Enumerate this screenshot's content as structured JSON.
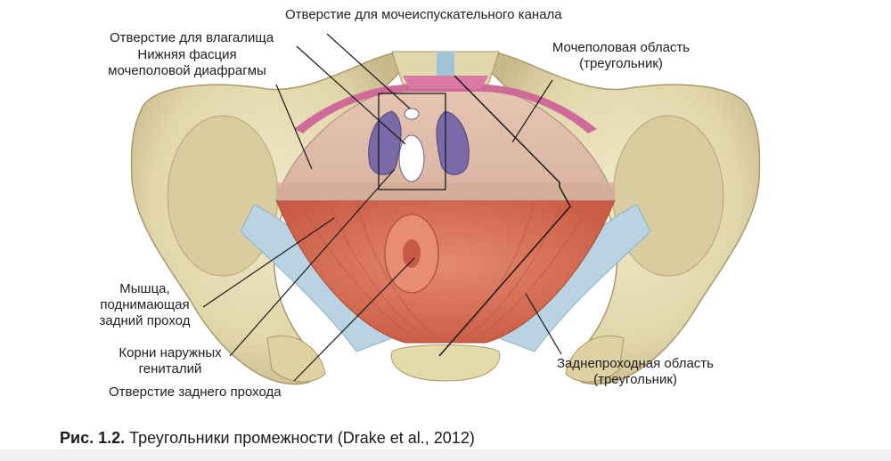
{
  "labels": {
    "urethral_opening": "Отверстие для мочеиспускательного канала",
    "vaginal_opening": "Отверстие для влагалища",
    "fascia_line1": "Нижняя фасция",
    "fascia_line2": "мочеполовой диафрагмы",
    "urogenital_line1": "Мочеполовая область",
    "urogenital_line2": "(треугольник)",
    "levator_line1": "Мышца,",
    "levator_line2": "поднимающая",
    "levator_line3": "задний проход",
    "roots_line1": "Корни наружных",
    "roots_line2": "гениталий",
    "anal_opening": "Отверстие заднего прохода",
    "anal_region_line1": "Заднепроходная область",
    "anal_region_line2": "(треугольник)"
  },
  "caption": {
    "number": "Рис. 1.2.",
    "text": " Треугольники промежности (Drake et al., 2012)"
  },
  "colors": {
    "bone": "#e6dcb8",
    "bone_shadow": "#c9bd92",
    "muscle": "#d9735a",
    "membrane": "#e0bfae",
    "ligament": "#b9d3e2",
    "purple_roots": "#7a6aa8",
    "pink_ligament": "#cf6b98"
  }
}
